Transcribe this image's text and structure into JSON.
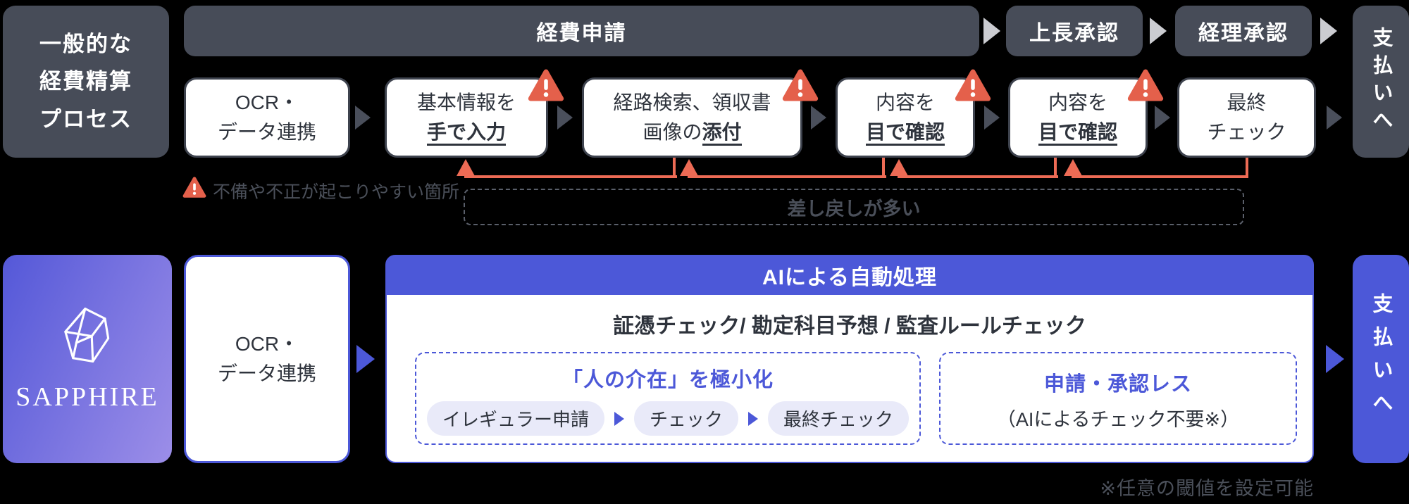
{
  "colors": {
    "slate": "#474C58",
    "border": "#3E434E",
    "textDark": "#2F343D",
    "grayText": "#4B505A",
    "blue": "#4C58D8",
    "red": "#E4604B",
    "redline": "#ED6B55",
    "pill": "#E9EAF9",
    "gradFrom": "#5458D8",
    "gradTo": "#9C8EE8"
  },
  "top": {
    "label_lines": [
      "一般的な",
      "経費精算",
      "プロセス"
    ],
    "phases": [
      "経費申請",
      "上長承認",
      "経理承認"
    ],
    "payment": "支払いへ",
    "steps": [
      {
        "line1": "OCR・",
        "line2": "データ連携"
      },
      {
        "line1": "基本情報を",
        "em2": "手で入力"
      },
      {
        "line1": "経路検索、領収書",
        "pre2": "画像の",
        "em2": "添付"
      },
      {
        "line1": "内容を",
        "em2": "目で確認"
      },
      {
        "line1": "内容を",
        "em2": "目で確認"
      },
      {
        "line1": "最終",
        "line2": "チェック"
      }
    ],
    "legend": "不備や不正が起こりやすい箇所",
    "return_note": "差し戻しが多い"
  },
  "bottom": {
    "brand": "SAPPHIRE",
    "ocr": {
      "line1": "OCR・",
      "line2": "データ連携"
    },
    "ai": {
      "header": "AIによる自動処理",
      "subtitle": "証憑チェック/ 勘定科目予想 / 監査ルールチェック",
      "left_panel": {
        "title": "「人の介在」を極小化",
        "pills": [
          "イレギュラー申請",
          "チェック",
          "最終チェック"
        ]
      },
      "right_panel": {
        "title": "申請・承認レス",
        "subtitle": "（AIによるチェック不要※）"
      }
    },
    "payment": "支払いへ",
    "footnote": "※任意の閾値を設定可能"
  }
}
